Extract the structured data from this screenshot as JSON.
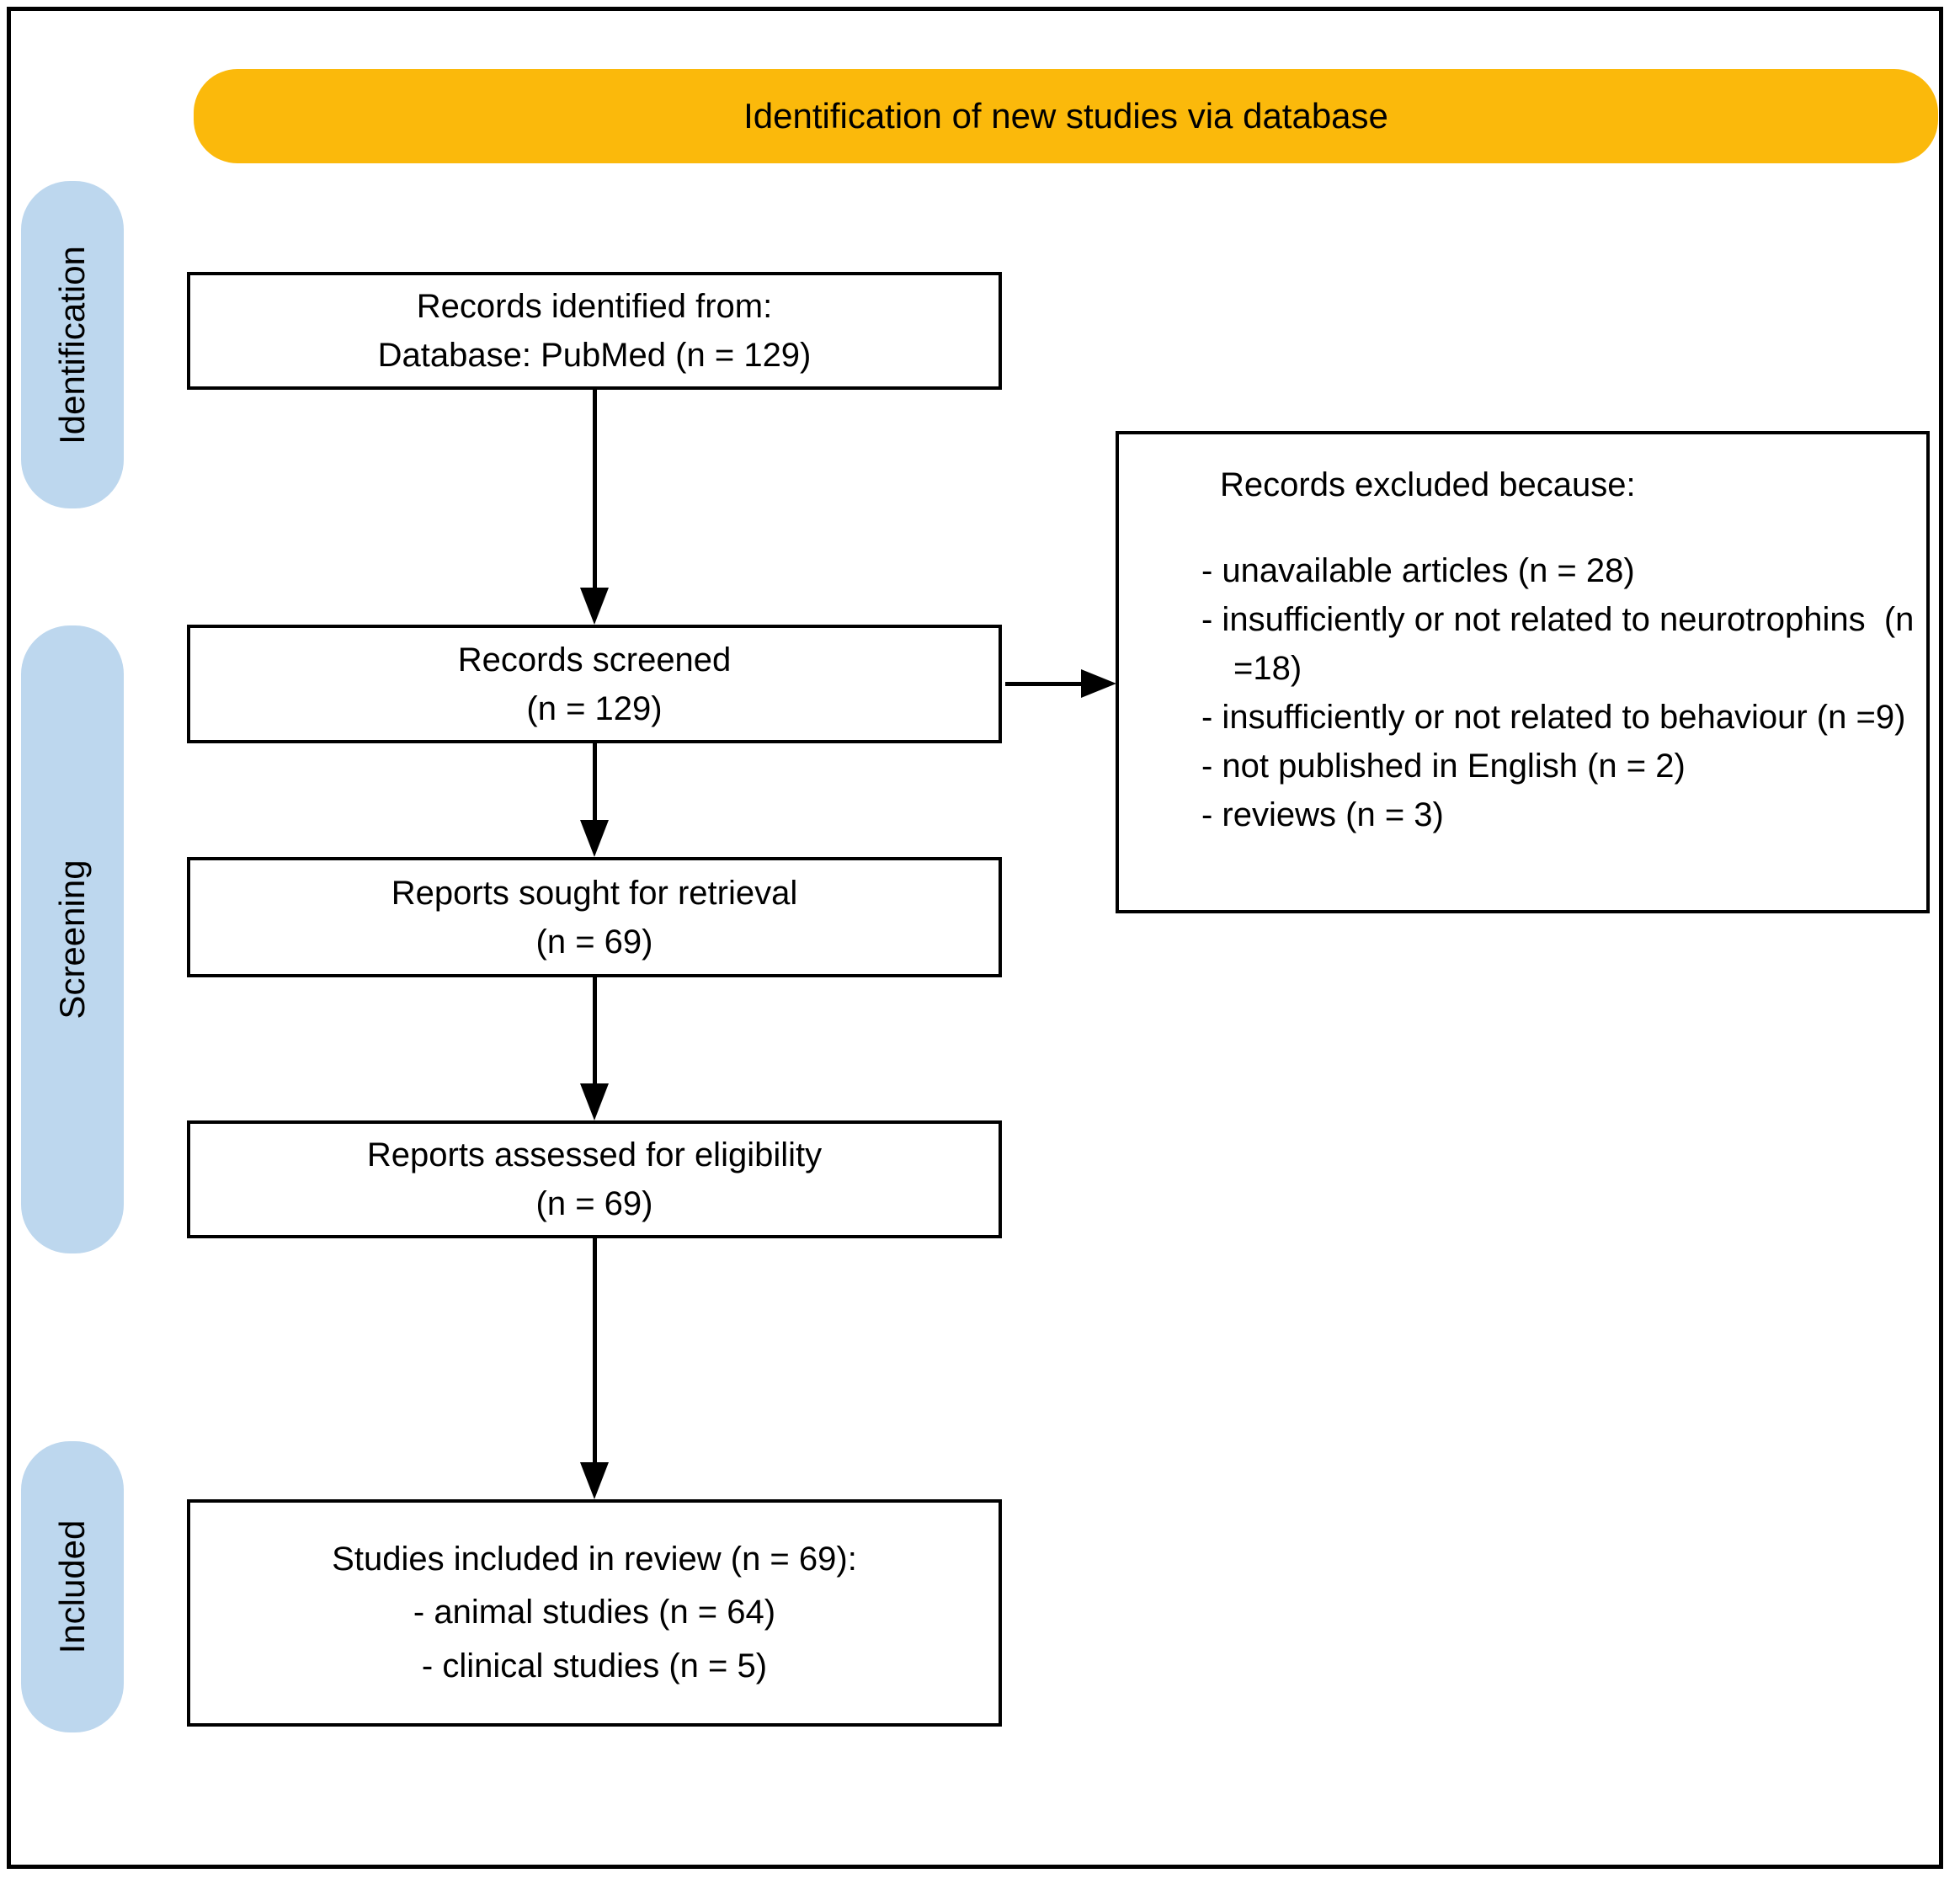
{
  "banner": {
    "label": "Identification of new studies via database"
  },
  "colors": {
    "banner_bg": "#FBB90B",
    "stage_bg": "#BDD7EE",
    "line": "#000000"
  },
  "stages": [
    {
      "label": "Identification"
    },
    {
      "label": "Screening"
    },
    {
      "label": "Included"
    }
  ],
  "boxes": {
    "identified": {
      "lines": [
        "Records identified from:",
        "Database: PubMed (n = 129)"
      ]
    },
    "screened": {
      "lines": [
        "Records screened",
        "(n = 129)"
      ]
    },
    "sought": {
      "lines": [
        "Reports sought for retrieval",
        "(n = 69)"
      ]
    },
    "assessed": {
      "lines": [
        "Reports assessed for eligibility",
        "(n = 69)"
      ]
    },
    "included": {
      "lines": [
        "Studies included in review (n = 69):",
        "- animal studies (n = 64)",
        "- clinical studies (n = 5)"
      ]
    },
    "excluded": {
      "title": "Records excluded because:",
      "items": [
        "- unavailable articles (n = 28)",
        "- insufficiently or not related to neurotrophins  (n =18)",
        "- insufficiently or not related to behaviour (n =9)",
        "- not published in English (n = 2)",
        "- reviews (n = 3)"
      ]
    }
  }
}
